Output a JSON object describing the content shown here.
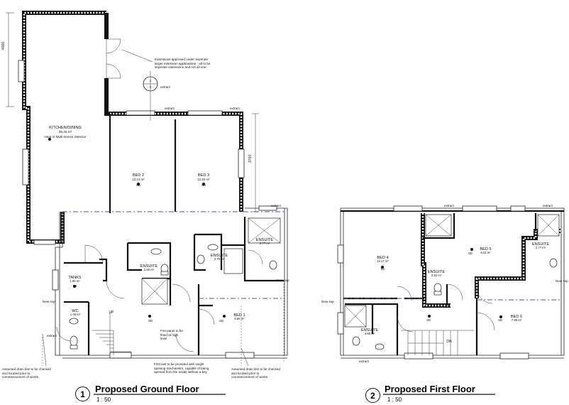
{
  "ground_floor": {
    "title": "Proposed Ground Floor",
    "number": "1",
    "scale": "1 : 50",
    "dim_kitchen_ext": "4000",
    "dim_bed3": "3700",
    "rooms": {
      "kitchen": {
        "name": "KITCHEN/DINING",
        "area": "36.45 m²",
        "detail": "Heat or Multi-sensor detector"
      },
      "bed2": {
        "name": "BED 2",
        "area": "12.13 m²",
        "sd": "SD"
      },
      "bed3": {
        "name": "BED 3",
        "area": "12.32 m²",
        "sd": "SD"
      },
      "ensuite_a": {
        "name": "ENSUITE",
        "area": "2.80 m²"
      },
      "ensuite_b": {
        "name": "ENSUITE",
        "area": "2.76 m²"
      },
      "ensuite_c": {
        "name": "ENSUITE",
        "area": "2.77 m²"
      },
      "tanks": {
        "name": "TANKS",
        "area": "1.95 m²",
        "sd": "SD"
      },
      "wc": {
        "name": "WC",
        "area": "1.46 m²"
      },
      "bed1": {
        "name": "BED 1",
        "area": "8.66 m²"
      },
      "hall_sd": "SD",
      "hall_sd2": "SD"
    },
    "notes": {
      "extension": "Extensions approved under seperate larger extension applications - all to be seperate extensions and not all one.",
      "fire_panel": "Fire panel to be fitted at high level",
      "first_exit": "First exit to be provided with single opening mechanism, capable of being opened from the inside without a key",
      "drain_left": "Assumed drain line to be checked and located prior to commencement of works",
      "drain_right": "Assumed drain line to be checked and located prior to commencement of works",
      "up": "UP"
    },
    "tags": {
      "extract": "extract",
      "new_svp": "New svp",
      "section_top": "1",
      "section_bottom": "2"
    }
  },
  "first_floor": {
    "title": "Proposed First Floor",
    "number": "2",
    "scale": "1 : 50",
    "rooms": {
      "bed4": {
        "name": "BED 4",
        "area": "10.17 m²",
        "sd": "SD"
      },
      "bed5": {
        "name": "BED 5",
        "area": "9.24 m²",
        "sd": "SD"
      },
      "bed6": {
        "name": "BED 6",
        "area": "7.85 m²",
        "sd": "SD"
      },
      "ensuite_a": {
        "name": "ENSUITE",
        "area": "2.83 m²"
      },
      "ensuite_b": {
        "name": "ENSUITE",
        "area": "2.77 m²"
      },
      "ensuite_c": {
        "name": "ENSUITE",
        "area": "3.80 m²"
      },
      "landing_sd": "SD"
    },
    "notes": {
      "dn": "DN"
    },
    "tags": {
      "extract": "extract",
      "new_svp": "New svp"
    }
  },
  "colors": {
    "wall": "#111111",
    "firebreak": "#4a4ad0",
    "background": "#ffffff"
  }
}
